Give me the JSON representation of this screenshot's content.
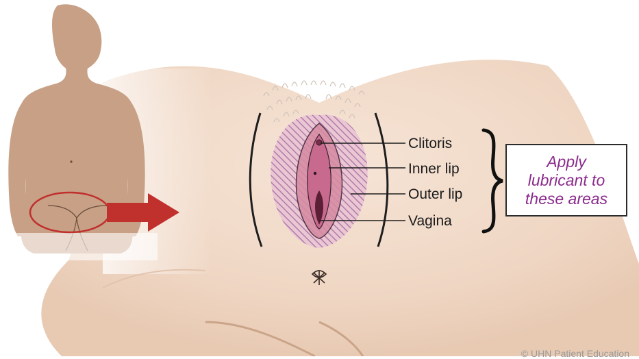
{
  "labels": {
    "clitoris": "Clitoris",
    "inner_lip": "Inner lip",
    "outer_lip": "Outer lip",
    "vagina": "Vagina"
  },
  "callout": {
    "line1": "Apply",
    "line2": "lubricant to",
    "line3": "these areas"
  },
  "credit": "© UHN Patient Education",
  "colors": {
    "skin": "#f1dccb",
    "figure": "#c9a287",
    "highlight": "#8a2a8c",
    "arrow": "#c0302d",
    "callout_text": "#8a2a8c"
  }
}
